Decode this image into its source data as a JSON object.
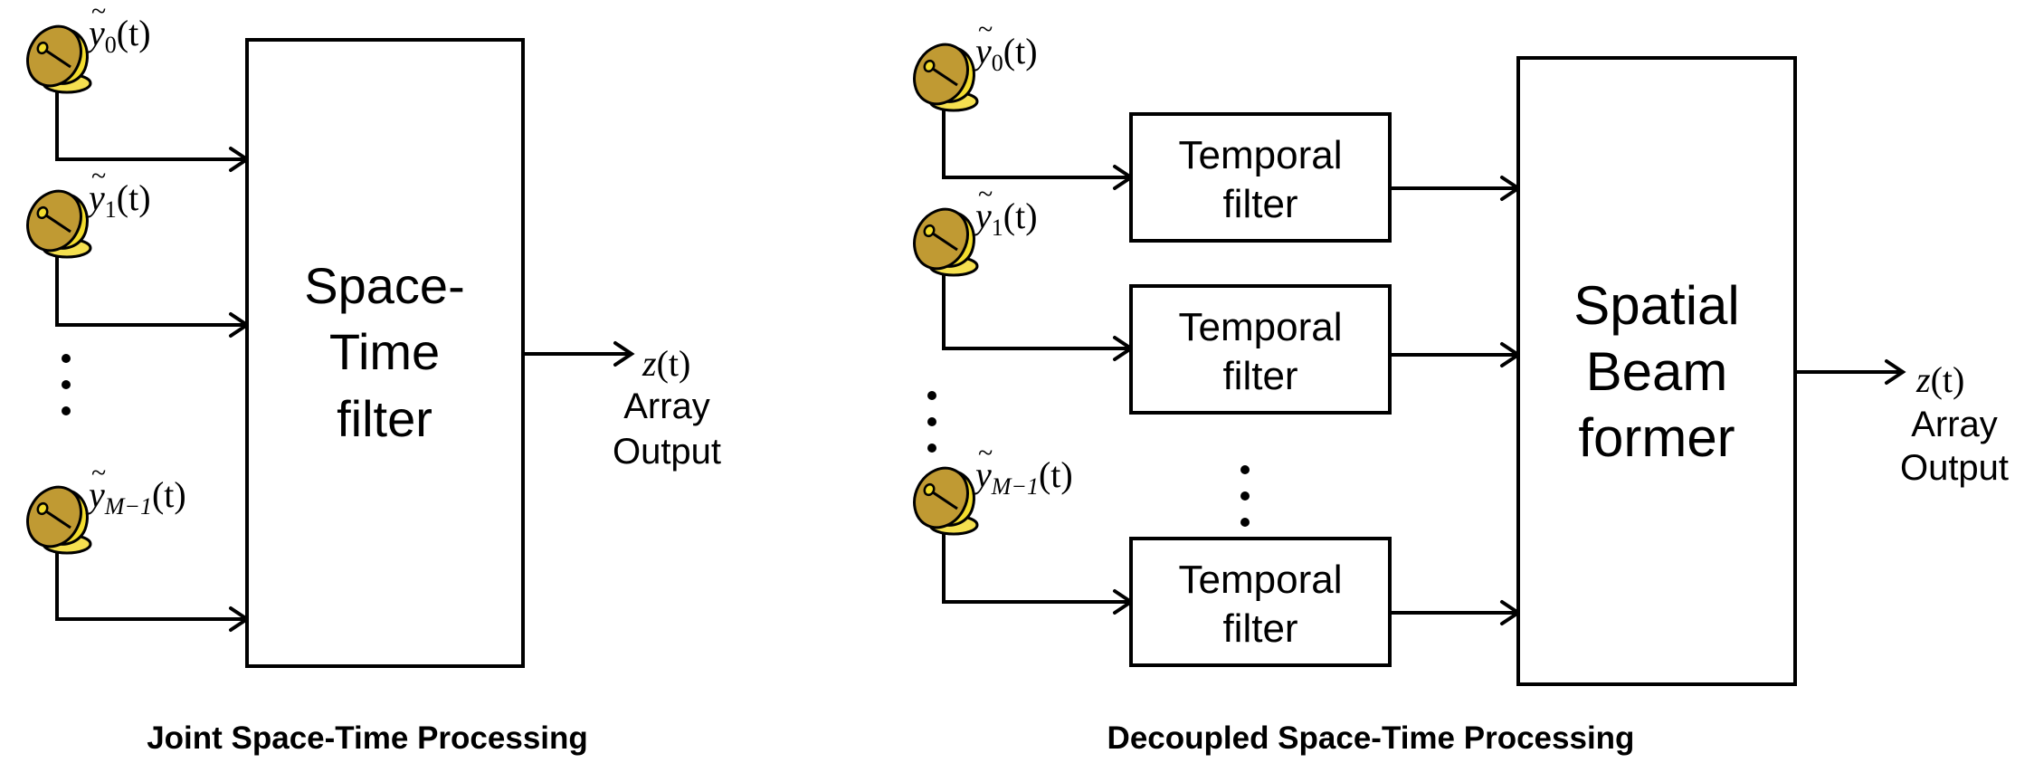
{
  "colors": {
    "dish_body": "#C09A33",
    "dish_rim": "#F2DC2E",
    "dish_base": "#F5E050",
    "stroke": "#000000"
  },
  "left_panel": {
    "title": "Joint Space-Time Processing",
    "block": {
      "lines": [
        "Space-",
        "Time",
        "filter"
      ]
    },
    "antennas": [
      {
        "base": "y",
        "sub": "0",
        "arg": "(t)",
        "icon": "satellite-dish-icon"
      },
      {
        "base": "y",
        "sub": "1",
        "arg": "(t)",
        "icon": "satellite-dish-icon"
      },
      {
        "base": "y",
        "sub": "M−1",
        "arg": "(t)",
        "icon": "satellite-dish-icon"
      }
    ],
    "ellipsis": "⋮",
    "output": {
      "symbol": "z",
      "arg": "(t)",
      "label_lines": [
        "Array",
        "Output"
      ]
    }
  },
  "right_panel": {
    "title": "Decoupled Space-Time Processing",
    "temporal_filters": [
      {
        "lines": [
          "Temporal",
          "filter"
        ]
      },
      {
        "lines": [
          "Temporal",
          "filter"
        ]
      },
      {
        "lines": [
          "Temporal",
          "filter"
        ]
      }
    ],
    "beamformer": {
      "lines": [
        "Spatial",
        "Beam",
        "former"
      ]
    },
    "antennas": [
      {
        "base": "y",
        "sub": "0",
        "arg": "(t)",
        "icon": "satellite-dish-icon"
      },
      {
        "base": "y",
        "sub": "1",
        "arg": "(t)",
        "icon": "satellite-dish-icon"
      },
      {
        "base": "y",
        "sub": "M−1",
        "arg": "(t)",
        "icon": "satellite-dish-icon"
      }
    ],
    "ellipsis": "⋮",
    "output": {
      "symbol": "z",
      "arg": "(t)",
      "label_lines": [
        "Array",
        "Output"
      ]
    }
  }
}
